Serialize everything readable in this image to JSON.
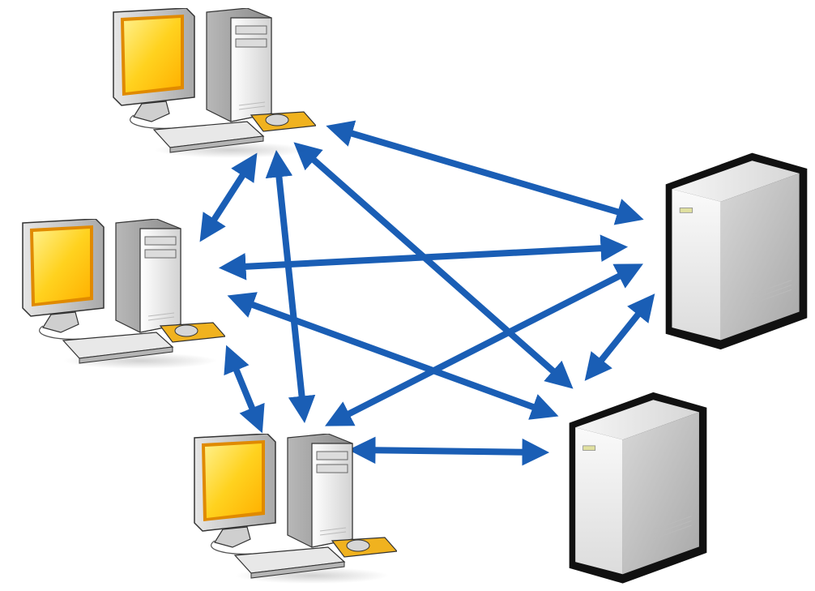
{
  "diagram": {
    "type": "network-topology",
    "nodes": [
      {
        "id": "workstation-1",
        "kind": "workstation"
      },
      {
        "id": "workstation-2",
        "kind": "workstation"
      },
      {
        "id": "workstation-3",
        "kind": "workstation"
      },
      {
        "id": "server-1",
        "kind": "server"
      },
      {
        "id": "server-2",
        "kind": "server"
      }
    ],
    "links": [
      {
        "from": "workstation-1",
        "to": "workstation-2",
        "direction": "bidirectional"
      },
      {
        "from": "workstation-1",
        "to": "workstation-3",
        "direction": "bidirectional"
      },
      {
        "from": "workstation-1",
        "to": "server-1",
        "direction": "bidirectional"
      },
      {
        "from": "workstation-1",
        "to": "server-2",
        "direction": "bidirectional"
      },
      {
        "from": "workstation-2",
        "to": "server-1",
        "direction": "bidirectional"
      },
      {
        "from": "workstation-2",
        "to": "server-2",
        "direction": "bidirectional"
      },
      {
        "from": "workstation-2",
        "to": "workstation-3",
        "direction": "bidirectional"
      },
      {
        "from": "workstation-3",
        "to": "server-1",
        "direction": "bidirectional"
      },
      {
        "from": "workstation-3",
        "to": "server-2",
        "direction": "bidirectional"
      },
      {
        "from": "server-1",
        "to": "server-2",
        "direction": "bidirectional"
      }
    ]
  },
  "colors": {
    "arrow": "#1a5eb5",
    "screen_yellow": "#ffc21a",
    "screen_frame": "#e08a00",
    "case_light": "#f4f4f4",
    "case_mid": "#c9c9c9",
    "outline": "#111111",
    "mousepad": "#f0b21f"
  }
}
